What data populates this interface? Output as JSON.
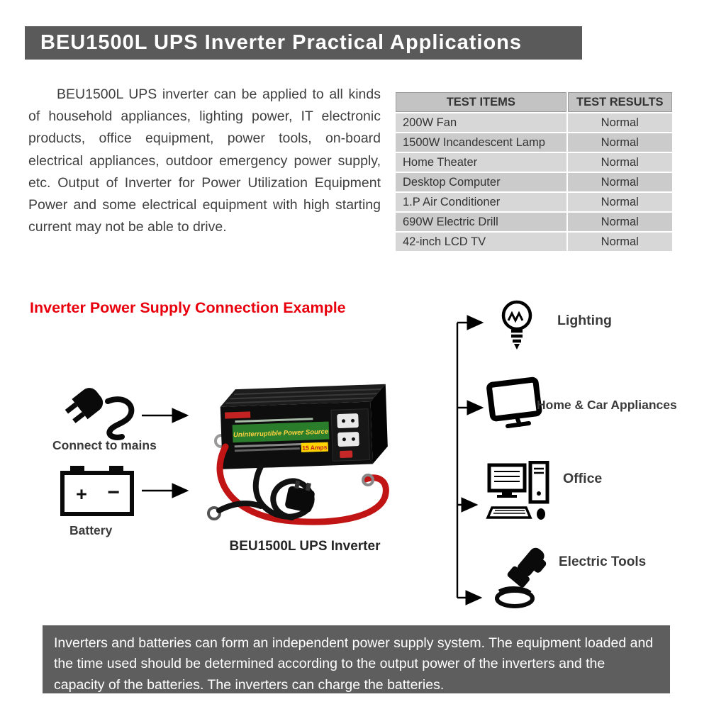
{
  "banner": {
    "title": "BEU1500L UPS Inverter Practical Applications"
  },
  "intro": {
    "text": "BEU1500L UPS inverter can be applied to all kinds of household appliances, lighting power, IT electronic products, office equipment, power tools, on-board electrical appliances, outdoor emergency power supply, etc. Output of Inverter for Power Utilization Equipment Power and some electrical equipment with high starting current may not be able to drive."
  },
  "test_table": {
    "headers": [
      "TEST ITEMS",
      "TEST RESULTS"
    ],
    "rows": [
      {
        "item": "200W Fan",
        "result": "Normal"
      },
      {
        "item": "1500W Incandescent Lamp",
        "result": "Normal"
      },
      {
        "item": "Home Theater",
        "result": "Normal"
      },
      {
        "item": "Desktop Computer",
        "result": "Normal"
      },
      {
        "item": "1.P Air Conditioner",
        "result": "Normal"
      },
      {
        "item": "690W Electric Drill",
        "result": "Normal"
      },
      {
        "item": "42-inch LCD TV",
        "result": "Normal"
      }
    ]
  },
  "diagram": {
    "heading": "Inverter Power Supply Connection Example",
    "mains_label": "Connect to mains",
    "battery_label": "Battery",
    "battery_plus": "+",
    "battery_minus": "−",
    "inverter_caption": "BEU1500L UPS Inverter",
    "product_band_text": "Uninterruptible Power Source",
    "product_badge": "15 Amps",
    "outputs": [
      {
        "label": "Lighting"
      },
      {
        "label": "Home & Car Appliances"
      },
      {
        "label": "Office"
      },
      {
        "label": "Electric Tools"
      }
    ]
  },
  "footer": {
    "text": "Inverters and batteries can form an independent power supply system. The equipment loaded and the time used should be determined according to the output power of the inverters and the capacity of the batteries. The inverters can charge the batteries."
  },
  "colors": {
    "banner_bg": "#5a5a5a",
    "heading_red": "#e8000d",
    "footer_bg": "#5e5e5e",
    "table_header_bg": "#c3c3c3",
    "table_row_bg": "#d7d7d7",
    "cable_red": "#c11414",
    "label_green": "#2a7d2a",
    "badge_yellow": "#ffd400"
  }
}
